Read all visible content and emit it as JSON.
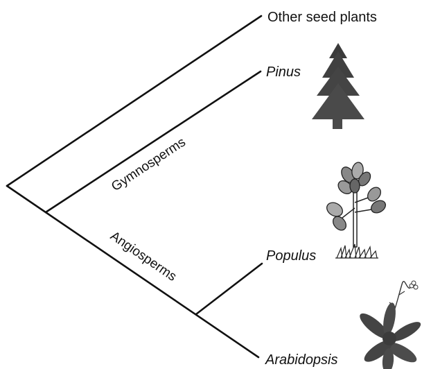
{
  "taxa": [
    {
      "label": "Other seed plants"
    },
    {
      "label": "Pinus"
    },
    {
      "label": "Populus"
    },
    {
      "label": "Arabidopsis"
    }
  ],
  "clades": {
    "gymnosperms": "Gymnosperms",
    "angiosperms": "Angiosperms"
  },
  "icons": {
    "pinus": "pine-tree-icon",
    "populus": "poplar-tree-icon",
    "arabidopsis": "arabidopsis-plant-icon"
  }
}
